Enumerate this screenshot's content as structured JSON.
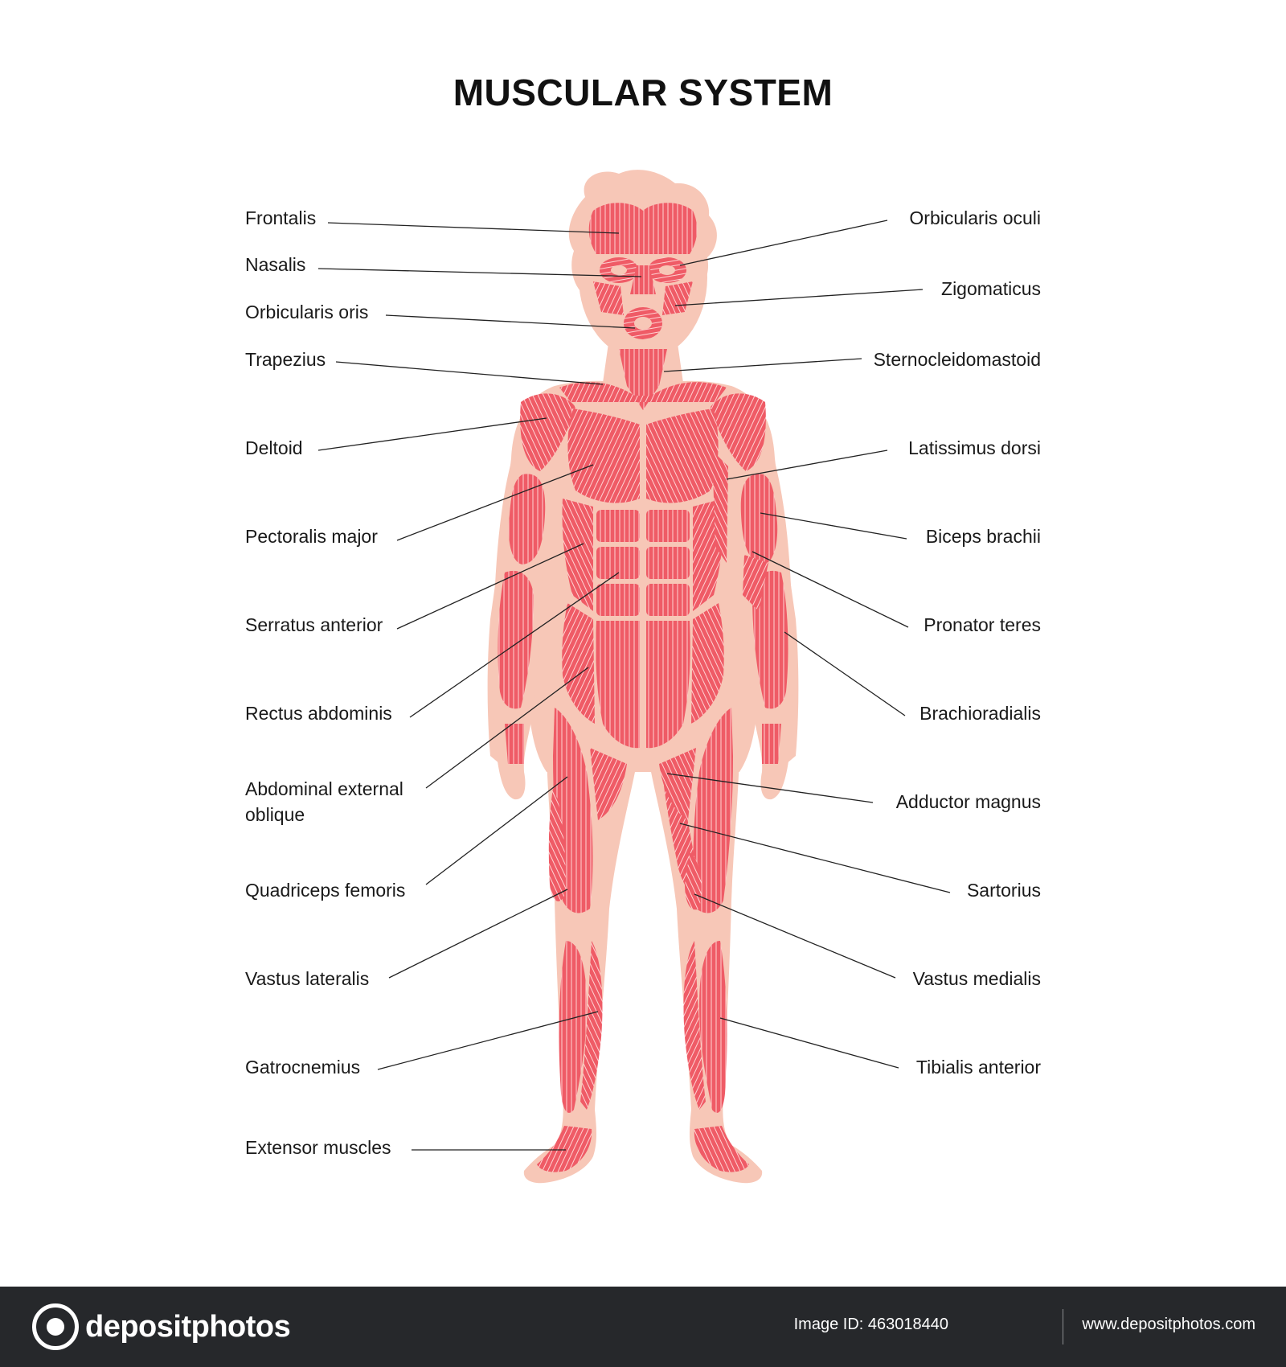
{
  "title": "MUSCULAR SYSTEM",
  "labels": {
    "left": [
      {
        "id": "frontalis",
        "text": "Frontalis"
      },
      {
        "id": "nasalis",
        "text": "Nasalis"
      },
      {
        "id": "orbicularis-oris",
        "text": "Orbicularis oris"
      },
      {
        "id": "trapezius",
        "text": "Trapezius"
      },
      {
        "id": "deltoid",
        "text": "Deltoid"
      },
      {
        "id": "pectoralis-major",
        "text": "Pectoralis major"
      },
      {
        "id": "serratus-anterior",
        "text": "Serratus anterior"
      },
      {
        "id": "rectus-abdominis",
        "text": "Rectus abdominis"
      },
      {
        "id": "abdominal-external-oblique-1",
        "text": "Abdominal external"
      },
      {
        "id": "abdominal-external-oblique-2",
        "text": "oblique"
      },
      {
        "id": "quadriceps-femoris",
        "text": "Quadriceps femoris"
      },
      {
        "id": "vastus-lateralis",
        "text": "Vastus lateralis"
      },
      {
        "id": "gatrocnemius",
        "text": "Gatrocnemius"
      },
      {
        "id": "extensor-muscles",
        "text": "Extensor muscles"
      }
    ],
    "right": [
      {
        "id": "orbicularis-oculi",
        "text": "Orbicularis oculi"
      },
      {
        "id": "zigomaticus",
        "text": "Zigomaticus"
      },
      {
        "id": "sternocleidomastoid",
        "text": "Sternocleidomastoid"
      },
      {
        "id": "latissimus-dorsi",
        "text": "Latissimus dorsi"
      },
      {
        "id": "biceps-brachii",
        "text": "Biceps brachii"
      },
      {
        "id": "pronator-teres",
        "text": "Pronator teres"
      },
      {
        "id": "brachioradialis",
        "text": "Brachioradialis"
      },
      {
        "id": "adductor-magnus",
        "text": "Adductor magnus"
      },
      {
        "id": "sartorius",
        "text": "Sartorius"
      },
      {
        "id": "vastus-medialis",
        "text": "Vastus medialis"
      },
      {
        "id": "tibialis-anterior",
        "text": "Tibialis anterior"
      }
    ]
  },
  "colors": {
    "skin": "#f7c7b7",
    "muscle": "#ef5b66",
    "muscle_dark": "#e8323f",
    "fiber": "#ffffff",
    "leader": "#222222",
    "footer_bg": "#26282b"
  },
  "footer": {
    "logo_icon": "camera-aperture-icon",
    "logo_text": "depositphotos",
    "image_id": "Image ID: 463018440",
    "url": "www.depositphotos.com"
  }
}
